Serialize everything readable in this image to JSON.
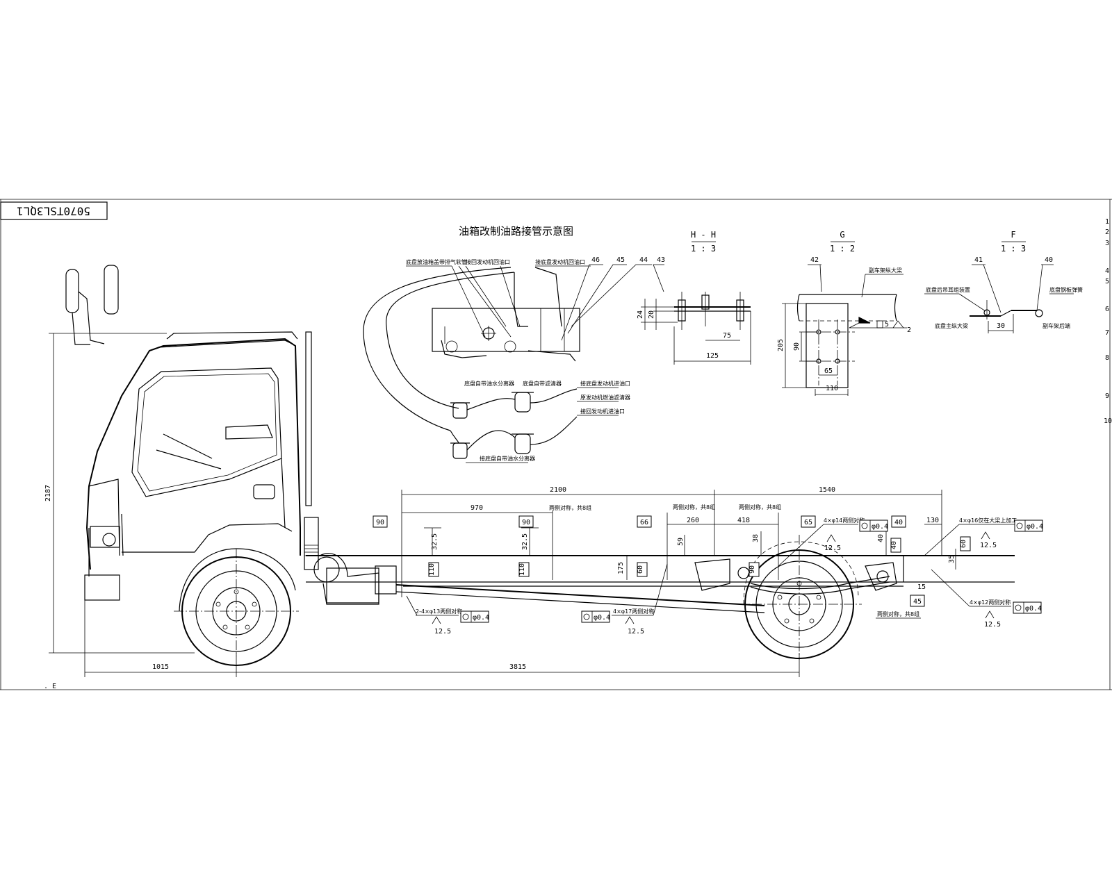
{
  "drawing_number": "5070TSL3QL1",
  "view_e_label": ". E",
  "fuel_diagram": {
    "title": "油箱改制油路接管示意图",
    "labels": {
      "top_left": "底盘放油箱盖带排气软管",
      "top_mid": "接回发动机回油口",
      "top_right": "接底盘发动机回油口",
      "filter_1": "底盘自带油水分离器",
      "filter_2": "底盘自带滤清器",
      "right_1": "接底盘发动机进油口",
      "right_2": "原发动机燃油滤清器",
      "right_3": "接回发动机进油口",
      "bottom": "接底盘自带油水分离器"
    },
    "callouts": [
      "46",
      "45",
      "44",
      "43"
    ]
  },
  "section_hh": {
    "title": "H - H",
    "scale": "1 : 3",
    "dims": [
      "24",
      "20",
      "75",
      "125"
    ]
  },
  "section_g": {
    "title": "G",
    "scale": "1 : 2",
    "callout": "42",
    "label": "副车架纵大梁",
    "dims": [
      "205",
      "90",
      "65",
      "110"
    ],
    "weld": "5",
    "weld_qty": "2"
  },
  "section_f": {
    "title": "F",
    "scale": "1 : 3",
    "callouts": [
      "41",
      "40"
    ],
    "labels": {
      "left": "底盘后吊耳组装置",
      "right": "底盘钢板弹簧",
      "bottom_left": "底盘主纵大梁",
      "bottom_right": "副车架后端",
      "dim": "30"
    }
  },
  "main_view": {
    "overall_height": "2187",
    "front_overhang": "1015",
    "wheelbase": "3815",
    "top_dims": {
      "d2100": "2100",
      "d1540": "1540",
      "d970": "970",
      "d260": "260",
      "d418": "418",
      "d130": "130"
    },
    "vertical_dims": [
      "32.5",
      "32.5",
      "59",
      "175",
      "38",
      "40",
      "35"
    ],
    "boxes": [
      "90",
      "90",
      "66",
      "65",
      "40",
      "110",
      "110",
      "60",
      "90",
      "40",
      "60",
      "45"
    ],
    "notes": {
      "n1": "两侧对称，共8组",
      "n2": "两侧对称，共8组",
      "n3": "两侧对称，共8组",
      "n4": "两侧对称，共8组"
    },
    "holes": {
      "h1": "2-4×φ13两侧对称",
      "h2": "4×φ17两侧对称",
      "h3": "4×φ14两侧对称",
      "h4": "4×φ16仅在大梁上加工",
      "h5": "4×φ12两侧对称"
    },
    "tolerance": "φ0.4",
    "roughness": "12.5",
    "dim_15": "15"
  },
  "right_edge_numbers": [
    "1",
    "2",
    "3",
    "4",
    "5",
    "6",
    "7",
    "8",
    "9",
    "10"
  ]
}
